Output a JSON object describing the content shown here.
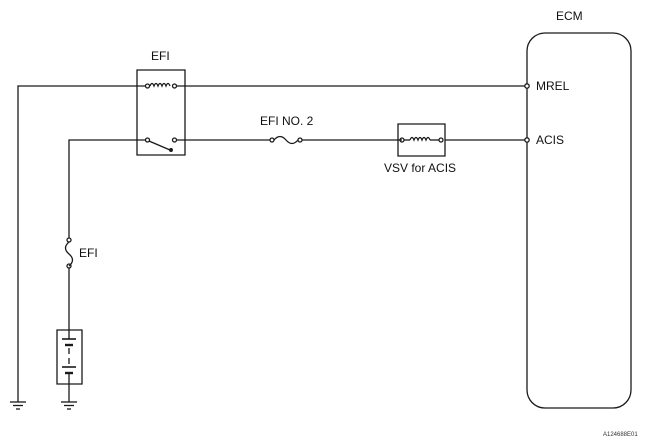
{
  "labels": {
    "ecm": "ECM",
    "mrel": "MREL",
    "acis": "ACIS",
    "efi_relay": "EFI",
    "efi_no2": "EFI NO. 2",
    "vsv": "VSV for ACIS",
    "efi_fuse": "EFI",
    "figure_id": "A124688E01"
  }
}
